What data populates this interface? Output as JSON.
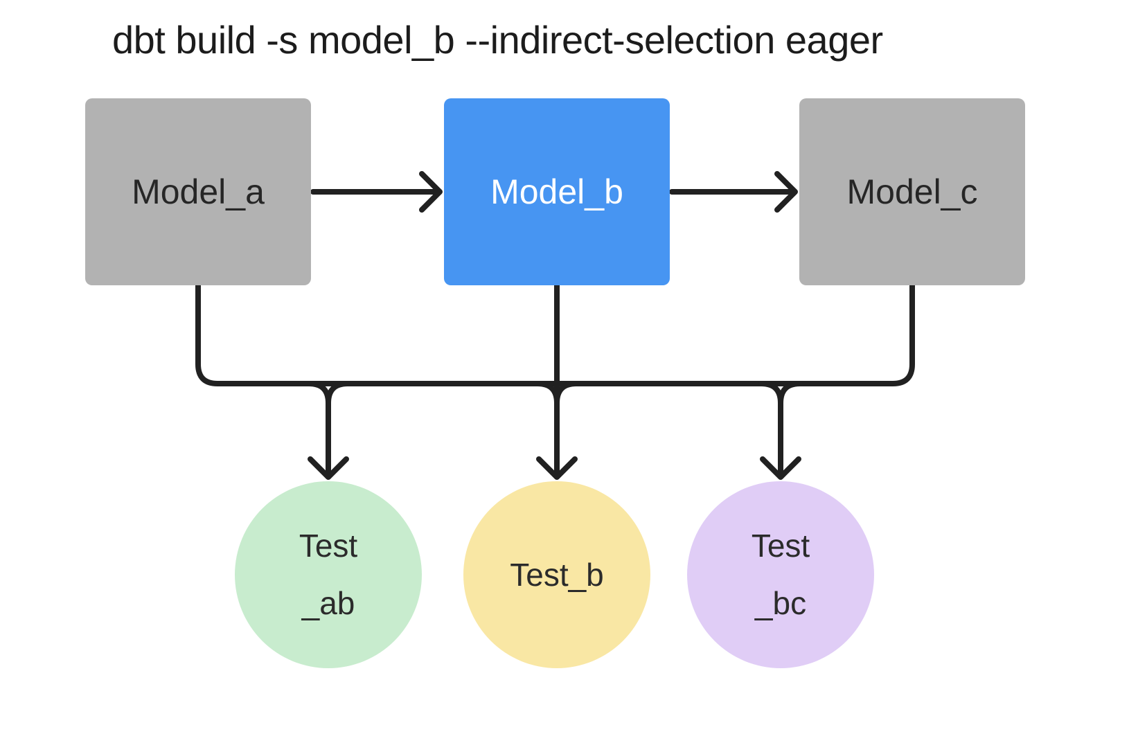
{
  "title": "dbt build -s model_b --indirect-selection eager",
  "colors": {
    "line": "#212121",
    "model_default": "#b2b2b2",
    "model_selected": "#4795f2",
    "test_ab": "#c8ecce",
    "test_b": "#f9e7a4",
    "test_bc": "#e0cdf6"
  },
  "diagram": {
    "models": [
      {
        "id": "model_a",
        "label": "Model_a",
        "color": "#b2b2b2",
        "text_color": "#262626",
        "selected": false
      },
      {
        "id": "model_b",
        "label": "Model_b",
        "color": "#4795f2",
        "text_color": "#ffffff",
        "selected": true
      },
      {
        "id": "model_c",
        "label": "Model_c",
        "color": "#b2b2b2",
        "text_color": "#262626",
        "selected": false
      }
    ],
    "tests": [
      {
        "id": "test_ab",
        "line1": "Test",
        "line2": "_ab",
        "color": "#c8ecce"
      },
      {
        "id": "test_b",
        "line1": "Test_b",
        "line2": "",
        "color": "#f9e7a4"
      },
      {
        "id": "test_bc",
        "line1": "Test",
        "line2": "_bc",
        "color": "#e0cdf6"
      }
    ],
    "model_arrows": [
      {
        "from": "model_a",
        "to": "model_b"
      },
      {
        "from": "model_b",
        "to": "model_c"
      }
    ],
    "connector_bus": {
      "fed_by": [
        "model_a",
        "model_b",
        "model_c"
      ],
      "feeds": [
        "test_ab",
        "test_b",
        "test_bc"
      ]
    }
  }
}
